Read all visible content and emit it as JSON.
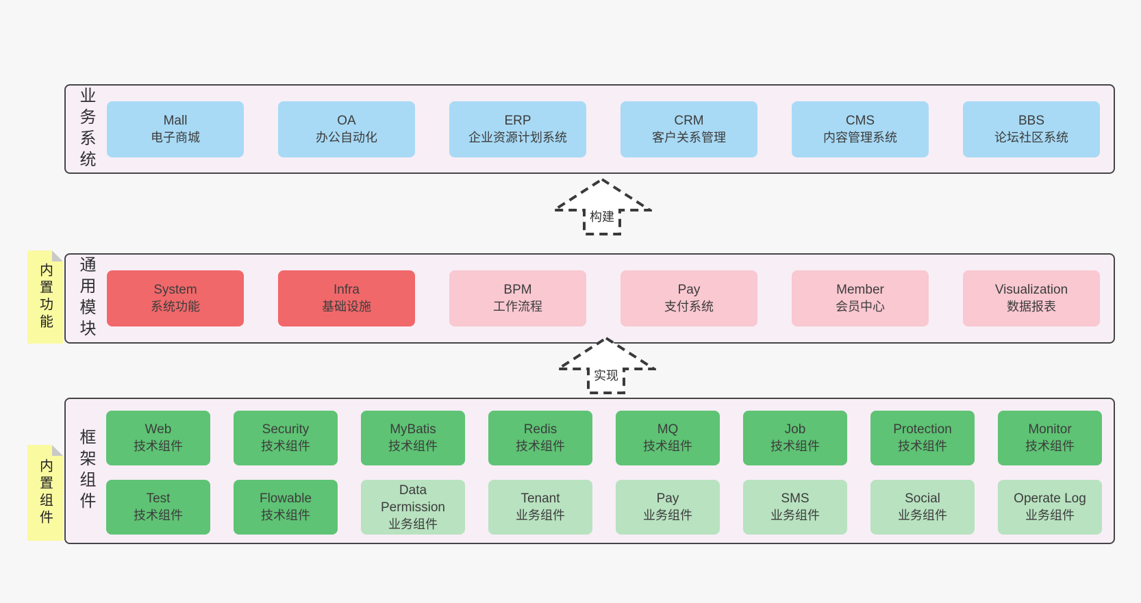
{
  "colors": {
    "page_bg": "#f7f7f7",
    "band_bg": "#f8eef6",
    "band_border": "#454545",
    "blue": "#a8daf5",
    "red": "#f1686a",
    "pink": "#f9c8d1",
    "green_dark": "#5ec374",
    "green_light": "#b8e2c0",
    "sticky": "#fafaa0",
    "sticky_fold": "#c9c9c9",
    "text": "#3c3c3c",
    "arrow": "#3a3a3a"
  },
  "bands": [
    {
      "label": "业务系统",
      "boxes": [
        {
          "title": "Mall",
          "subtitle": "电子商城",
          "variant": "blue"
        },
        {
          "title": "OA",
          "subtitle": "办公自动化",
          "variant": "blue"
        },
        {
          "title": "ERP",
          "subtitle": "企业资源计划系统",
          "variant": "blue"
        },
        {
          "title": "CRM",
          "subtitle": "客户关系管理",
          "variant": "blue"
        },
        {
          "title": "CMS",
          "subtitle": "内容管理系统",
          "variant": "blue"
        },
        {
          "title": "BBS",
          "subtitle": "论坛社区系统",
          "variant": "blue"
        }
      ]
    },
    {
      "label": "通用模块",
      "sticky": "内置功能",
      "boxes": [
        {
          "title": "System",
          "subtitle": "系统功能",
          "variant": "red"
        },
        {
          "title": "Infra",
          "subtitle": "基础设施",
          "variant": "red"
        },
        {
          "title": "BPM",
          "subtitle": "工作流程",
          "variant": "pink"
        },
        {
          "title": "Pay",
          "subtitle": "支付系统",
          "variant": "pink"
        },
        {
          "title": "Member",
          "subtitle": "会员中心",
          "variant": "pink"
        },
        {
          "title": "Visualization",
          "subtitle": "数据报表",
          "variant": "pink"
        }
      ]
    },
    {
      "label": "框架组件",
      "sticky": "内置组件",
      "rows": [
        [
          {
            "title": "Web",
            "subtitle": "技术组件",
            "variant": "green_dark"
          },
          {
            "title": "Security",
            "subtitle": "技术组件",
            "variant": "green_dark"
          },
          {
            "title": "MyBatis",
            "subtitle": "技术组件",
            "variant": "green_dark"
          },
          {
            "title": "Redis",
            "subtitle": "技术组件",
            "variant": "green_dark"
          },
          {
            "title": "MQ",
            "subtitle": "技术组件",
            "variant": "green_dark"
          },
          {
            "title": "Job",
            "subtitle": "技术组件",
            "variant": "green_dark"
          },
          {
            "title": "Protection",
            "subtitle": "技术组件",
            "variant": "green_dark"
          },
          {
            "title": "Monitor",
            "subtitle": "技术组件",
            "variant": "green_dark"
          }
        ],
        [
          {
            "title": "Test",
            "subtitle": "技术组件",
            "variant": "green_dark"
          },
          {
            "title": "Flowable",
            "subtitle": "技术组件",
            "variant": "green_dark"
          },
          {
            "title": "Data Permission",
            "subtitle": "业务组件",
            "variant": "green_light"
          },
          {
            "title": "Tenant",
            "subtitle": "业务组件",
            "variant": "green_light"
          },
          {
            "title": "Pay",
            "subtitle": "业务组件",
            "variant": "green_light"
          },
          {
            "title": "SMS",
            "subtitle": "业务组件",
            "variant": "green_light"
          },
          {
            "title": "Social",
            "subtitle": "业务组件",
            "variant": "green_light"
          },
          {
            "title": "Operate Log",
            "subtitle": "业务组件",
            "variant": "green_light"
          }
        ]
      ]
    }
  ],
  "arrows": [
    {
      "label": "构建"
    },
    {
      "label": "实现"
    }
  ]
}
